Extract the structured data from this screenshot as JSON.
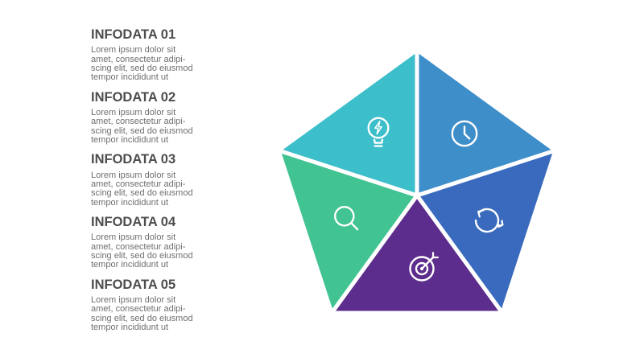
{
  "sections": [
    {
      "title": "INFODATA 01",
      "lines": [
        "Lorem ipsum dolor sit",
        "amet, consectetur adipi-",
        "scing elit, sed do eiusmod",
        "tempor incididunt ut"
      ]
    },
    {
      "title": "INFODATA 02",
      "lines": [
        "Lorem ipsum dolor sit",
        "amet, consectetur adipi-",
        "scing elit, sed do eiusmod",
        "tempor incididunt ut"
      ]
    },
    {
      "title": "INFODATA 03",
      "lines": [
        "Lorem ipsum dolor sit",
        "amet, consectetur adipi-",
        "scing elit, sed do eiusmod",
        "tempor incididunt ut"
      ]
    },
    {
      "title": "INFODATA 04",
      "lines": [
        "Lorem ipsum dolor sit",
        "amet, consectetur adipi-",
        "scing elit, sed do eiusmod",
        "tempor incididunt ut"
      ]
    },
    {
      "title": "INFODATA 05",
      "lines": [
        "Lorem ipsum dolor sit",
        "amet, consectetur adipi-",
        "scing elit, sed do eiusmod",
        "tempor incididunt ut"
      ]
    }
  ],
  "text_colors": {
    "heading": "#4d4d4d",
    "body": "#6f6f6f"
  },
  "pentagon": {
    "divider_color": "#ffffff",
    "icon_color": "#ffffff",
    "segments": [
      {
        "position": "top-left",
        "icon": "lightbulb-bolt-icon",
        "color": "#3cbecb"
      },
      {
        "position": "top-right",
        "icon": "clock-icon",
        "color": "#3e8ec9"
      },
      {
        "position": "right",
        "icon": "refresh-icon",
        "color": "#3a6abd"
      },
      {
        "position": "bottom",
        "icon": "target-arrow-icon",
        "color": "#5d2d8d"
      },
      {
        "position": "left",
        "icon": "search-icon",
        "color": "#41c392"
      }
    ]
  }
}
